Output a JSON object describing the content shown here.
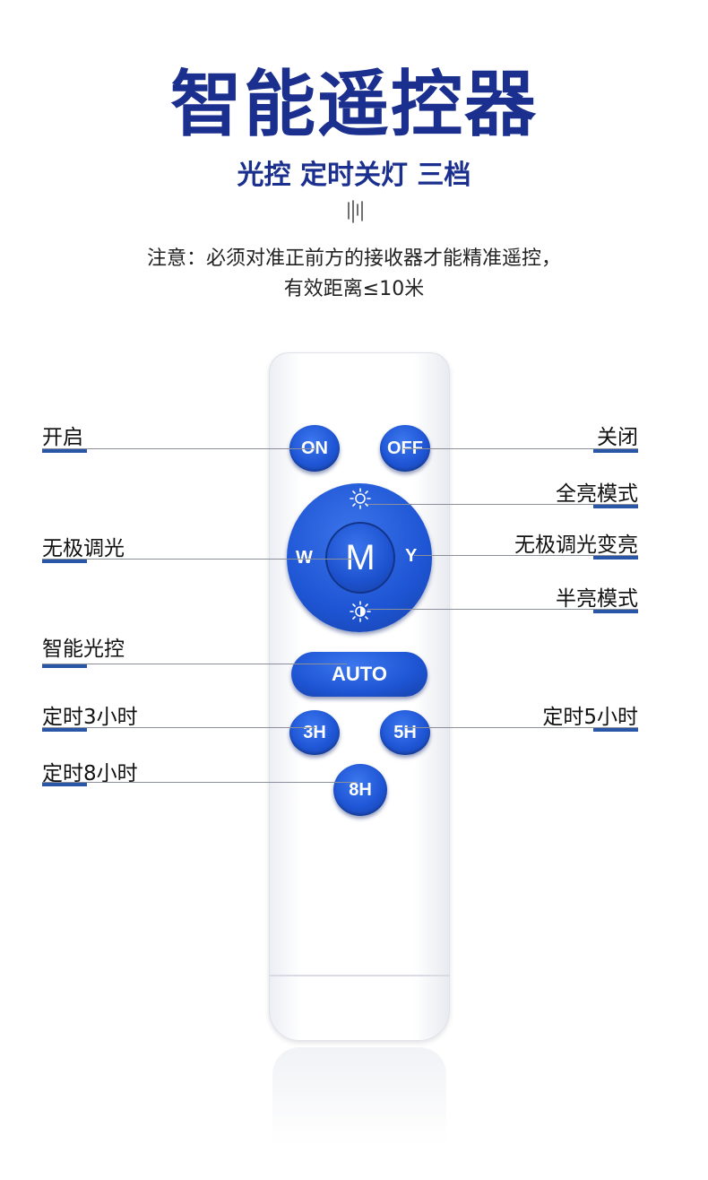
{
  "header": {
    "title": "智能遥控器",
    "subtitle": "光控 定时关灯 三档",
    "note_line1": "注意：必须对准正前方的接收器才能精准遥控，",
    "note_line2": "有效距离≤10米"
  },
  "remote": {
    "buttons": {
      "on": "ON",
      "off": "OFF",
      "mode_center": "M",
      "dial_left": "W",
      "dial_right": "Y",
      "auto": "AUTO",
      "h3": "3H",
      "h5": "5H",
      "h8": "8H"
    },
    "icons": {
      "top": "sun-full-icon",
      "bottom": "sun-half-icon"
    }
  },
  "callouts": {
    "on": "开启",
    "off": "关闭",
    "full_bright": "全亮模式",
    "stepless_dim": "无极调光",
    "stepless_bright": "无极调光变亮",
    "half_bright": "半亮模式",
    "smart_light": "智能光控",
    "timer_3h": "定时3小时",
    "timer_5h": "定时5小时",
    "timer_8h": "定时8小时"
  },
  "colors": {
    "title_blue": "#1b2f8f",
    "button_blue": "#1f56d6",
    "accent_bar": "#2a56a8"
  }
}
